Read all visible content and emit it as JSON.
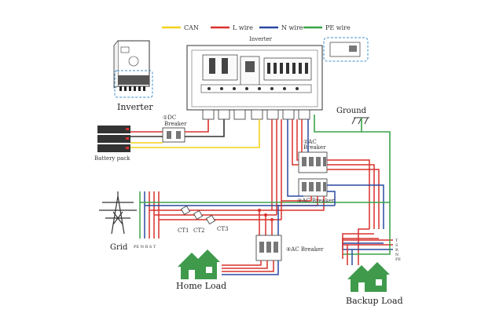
{
  "legend": [
    {
      "label": "CAN",
      "color": "#f2d21b"
    },
    {
      "label": "L wire",
      "color": "#d9312b"
    },
    {
      "label": "N wire",
      "color": "#2a4aa0"
    },
    {
      "label": "PE wire",
      "color": "#3aa34a"
    }
  ],
  "labels": {
    "inverter_top": "Inverter",
    "inverter_left": "Inverter",
    "breaker1_num": "①DC",
    "breaker1_name": "Breaker",
    "battery": "Battery pack",
    "ground": "Ground",
    "breaker2_num": "②AC",
    "breaker2_name": "Breaker",
    "breaker3": "③AC Breaker",
    "breaker4": "④AC Breaker",
    "grid": "Grid",
    "grid_wires": "PE N R S T",
    "ct1": "CT1",
    "ct2": "CT2",
    "ct3": "CT3",
    "home_load": "Home Load",
    "backup_load": "Backup Load",
    "backup_wires": [
      "T",
      "S",
      "R",
      "N",
      "PE"
    ]
  },
  "colors": {
    "can": "#f2d21b",
    "live": "#d9312b",
    "neutral": "#2a4aa0",
    "pe": "#3aa34a",
    "house": "#3f9a4c",
    "outline": "#333333",
    "dashed": "#3a8fd0"
  }
}
